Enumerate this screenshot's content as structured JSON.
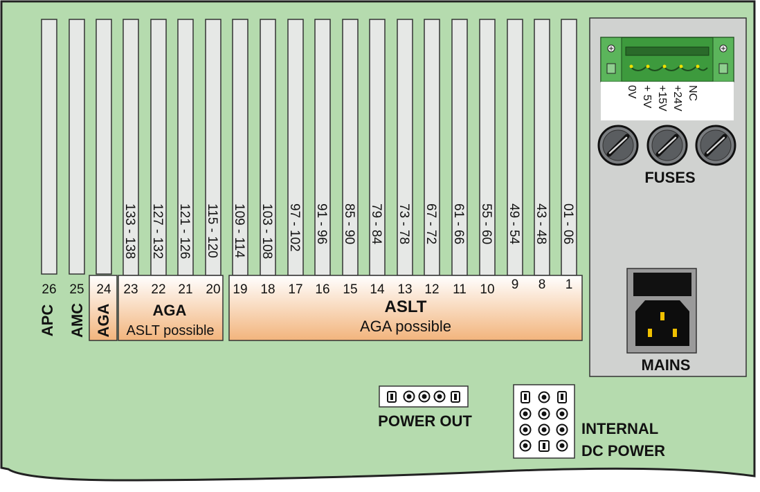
{
  "slots": [
    {
      "num": "26",
      "range": ""
    },
    {
      "num": "25",
      "range": ""
    },
    {
      "num": "24",
      "range": ""
    },
    {
      "num": "23",
      "range": "133 - 138"
    },
    {
      "num": "22",
      "range": "127 - 132"
    },
    {
      "num": "21",
      "range": "121 - 126"
    },
    {
      "num": "20",
      "range": "115 - 120"
    },
    {
      "num": "19",
      "range": "109 - 114"
    },
    {
      "num": "18",
      "range": "103 - 108"
    },
    {
      "num": "17",
      "range": "97 - 102"
    },
    {
      "num": "16",
      "range": "91 - 96"
    },
    {
      "num": "15",
      "range": "85 - 90"
    },
    {
      "num": "14",
      "range": "79 - 84"
    },
    {
      "num": "13",
      "range": "73 - 78"
    },
    {
      "num": "12",
      "range": "67 - 72"
    },
    {
      "num": "11",
      "range": "61 - 66"
    },
    {
      "num": "10",
      "range": "55 - 60"
    },
    {
      "num": "9",
      "range": "49 - 54"
    },
    {
      "num": "8",
      "range": "43 - 48"
    },
    {
      "num": "1",
      "range": "01 - 06"
    }
  ],
  "groups": {
    "apc": "APC",
    "amc": "AMC",
    "aga_single": "AGA",
    "aga_title": "AGA",
    "aga_sub": "ASLT possible",
    "aslt_title": "ASLT",
    "aslt_sub": "AGA possible"
  },
  "terminal": {
    "pins": [
      "0V",
      "+ 5V",
      "+15V",
      "+24V",
      "NC"
    ]
  },
  "labels": {
    "fuses": "FUSES",
    "mains": "MAINS",
    "power_out": "POWER OUT",
    "internal_1": "INTERNAL",
    "internal_2": "DC POWER"
  },
  "colors": {
    "panel": "#b5dbae",
    "slot": "#e6e8e6",
    "side_panel": "#d0d2d0",
    "terminal_green": "#3d9a3d",
    "orange": "#f4c08f"
  }
}
